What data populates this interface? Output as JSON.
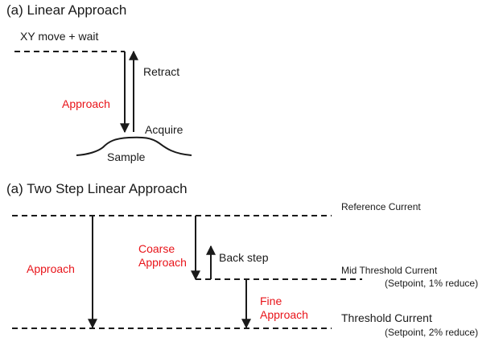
{
  "panel_a": {
    "title": "(a) Linear Approach",
    "move_label": "XY move + wait",
    "retract_label": "Retract",
    "approach_label": "Approach",
    "acquire_label": "Acquire",
    "sample_label": "Sample"
  },
  "panel_b": {
    "title": "(a) Two Step Linear Approach",
    "reference_label": "Reference Current",
    "approach_label": "Approach",
    "coarse_label_1": "Coarse",
    "coarse_label_2": "Approach",
    "back_step_label": "Back step",
    "mid_threshold_label": "Mid Threshold Current",
    "mid_setpoint_label": "(Setpoint, 1% reduce)",
    "fine_label_1": "Fine",
    "fine_label_2": "Approach",
    "threshold_label": "Threshold Current",
    "threshold_setpoint_label": "(Setpoint, 2% reduce)"
  },
  "colors": {
    "text": "#1a1a1a",
    "accent": "#e8141a"
  }
}
